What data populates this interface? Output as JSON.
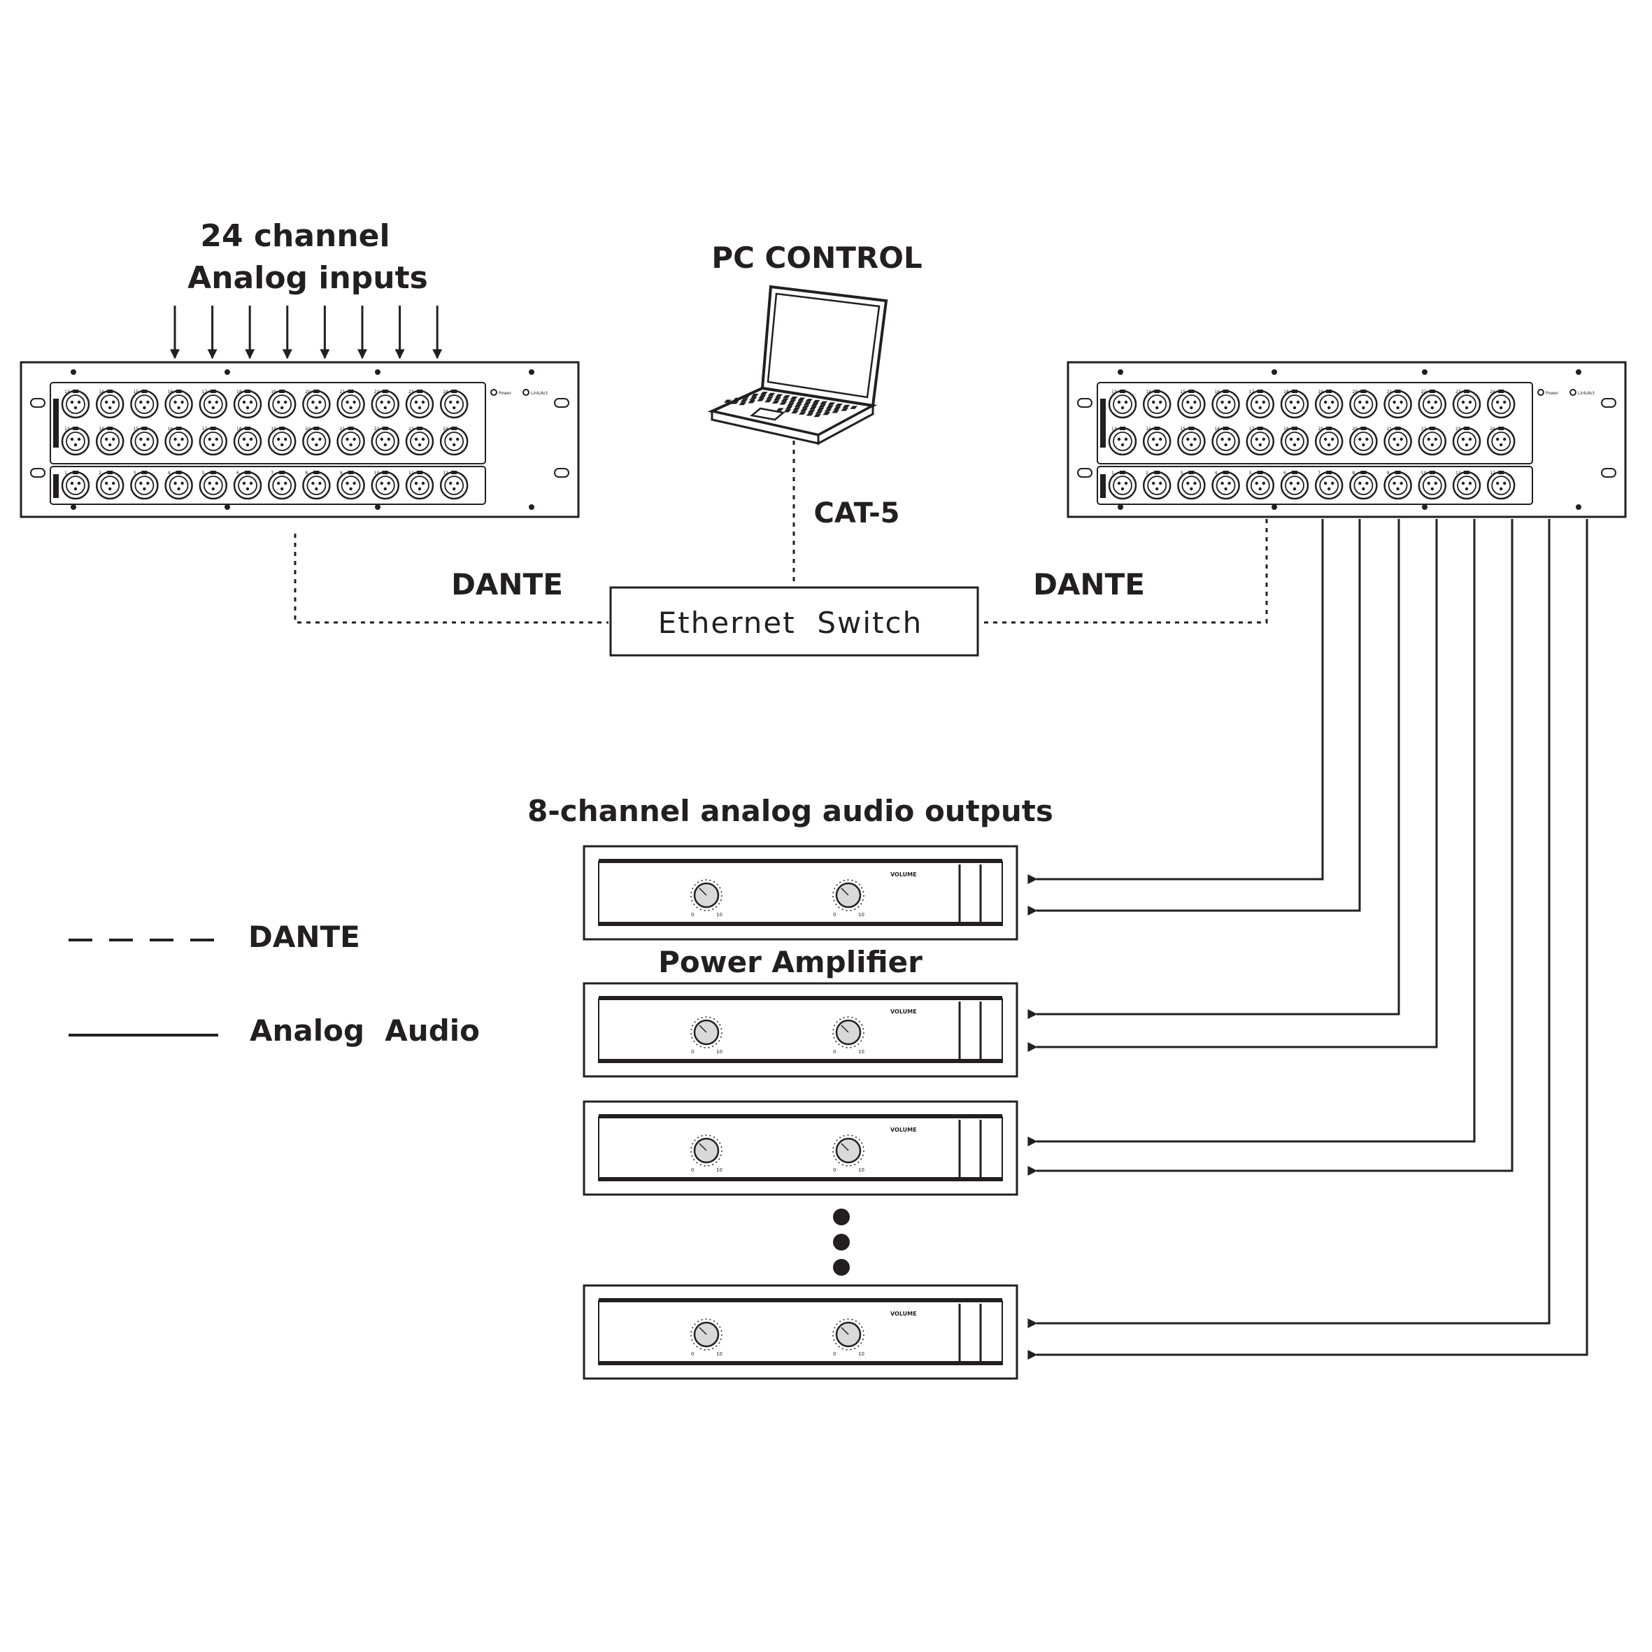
{
  "labels": {
    "inputs_line1": "24 channel",
    "inputs_line2": "Analog inputs",
    "pc_control": "PC CONTROL",
    "cat5": "CAT-5",
    "dante_left": "DANTE",
    "dante_right": "DANTE",
    "ethernet_switch": "Ethernet  Switch",
    "outputs": "8-channel analog audio outputs",
    "power_amplifier": "Power Amplifier"
  },
  "legend": {
    "dante": "DANTE",
    "analog": "Analog  Audio"
  },
  "rack_panel": {
    "led_power": "Power",
    "led_link": "Link/Act",
    "row1_numbers": [
      "13",
      "14",
      "15",
      "16",
      "17",
      "18",
      "19",
      "20",
      "21",
      "22",
      "23",
      "24"
    ],
    "row2_numbers": [
      "13",
      "14",
      "15",
      "16",
      "17",
      "18",
      "19",
      "20",
      "21",
      "22",
      "23",
      "24"
    ],
    "row3_numbers": [
      "1",
      "2",
      "3",
      "4",
      "5",
      "6",
      "7",
      "8",
      "9",
      "10",
      "11",
      "12"
    ]
  },
  "amplifier": {
    "volume_label": "VOLUME",
    "knob_min": "0",
    "knob_max": "10",
    "units_shown": 4
  },
  "colors": {
    "line": "#231f20",
    "background": "#ffffff",
    "knob_fill": "#d9d9d9"
  }
}
